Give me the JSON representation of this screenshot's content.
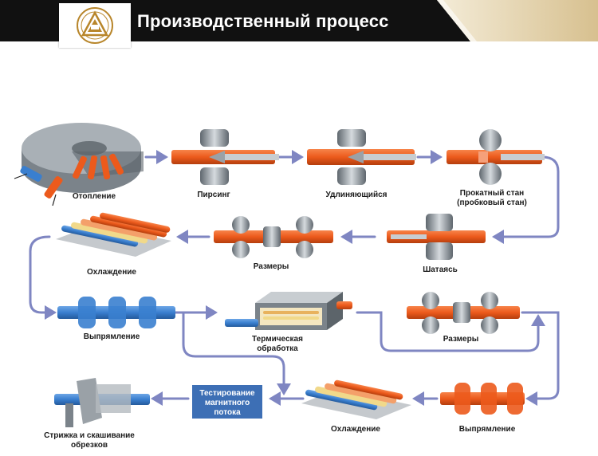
{
  "header": {
    "title": "Производственный процесс",
    "colors": {
      "band": "#111111",
      "accent": "#d9c59a",
      "brand": "#b8862b"
    }
  },
  "colors": {
    "flow": "#7f86c2",
    "pipe_hot": "#ec5a1c",
    "pipe_cold": "#3a7fcf",
    "roller": "#8d959c",
    "box_fill": "#3d6fb5"
  },
  "steps": {
    "heating": "Отопление",
    "piercing": "Пирсинг",
    "elongation": "Удлиняющийся",
    "rolling_line1": "Прокатный стан",
    "rolling_line2": "(пробковый стан)",
    "reeling": "Шатаясь",
    "sizing1": "Размеры",
    "cooling1": "Охлаждение",
    "straightening1": "Выпрямление",
    "heat_treat_line1": "Термическая",
    "heat_treat_line2": "обработка",
    "sizing2": "Размеры",
    "straightening2": "Выпрямление",
    "cooling2": "Охлаждение",
    "flux_line1": "Тестирование",
    "flux_line2": "магнитного",
    "flux_line3": "потока",
    "cutting_line1": "Стрижка и скашивание",
    "cutting_line2": "обрезков"
  }
}
